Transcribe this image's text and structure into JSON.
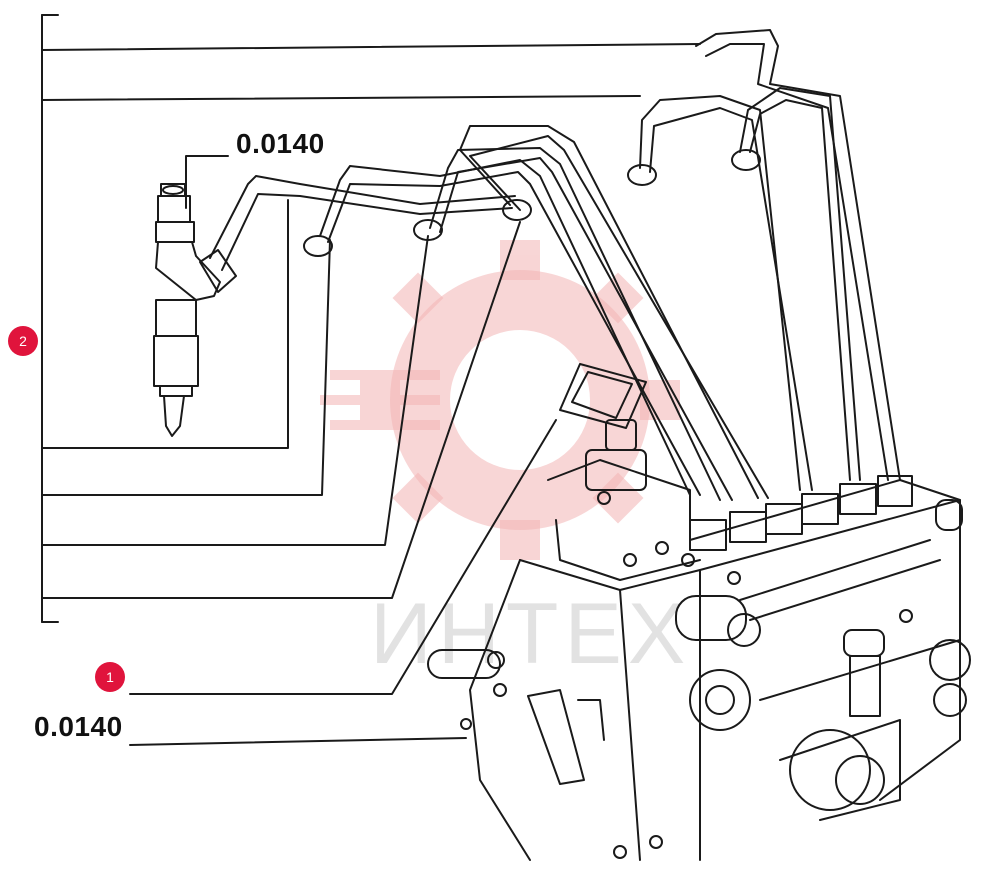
{
  "labels": {
    "upper_part_number": "0.0140",
    "lower_part_number": "0.0140"
  },
  "callouts": [
    {
      "number": "2"
    },
    {
      "number": "1"
    }
  ],
  "watermark": {
    "text": "ИНТЕХ",
    "color": "#f0a0a0"
  },
  "colors": {
    "line": "#1a1a1a",
    "callout": "#e0143c"
  }
}
